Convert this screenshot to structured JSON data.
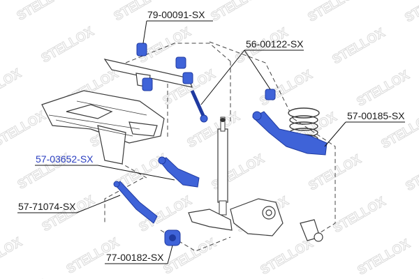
{
  "diagram": {
    "parts": [
      {
        "id": "p1",
        "label": "79-00091-SX",
        "highlighted": false
      },
      {
        "id": "p2",
        "label": "56-00122-SX",
        "highlighted": false
      },
      {
        "id": "p3",
        "label": "57-00185-SX",
        "highlighted": false
      },
      {
        "id": "p4",
        "label": "57-03652-SX",
        "highlighted": true
      },
      {
        "id": "p5",
        "label": "57-71074-SX",
        "highlighted": false
      },
      {
        "id": "p6",
        "label": "77-00182-SX",
        "highlighted": false
      }
    ],
    "watermark": "STELLOX"
  },
  "colors": {
    "part_fill": "#3f63d8",
    "part_dark": "#1f3aa0",
    "line": "#111111",
    "highlight_label": "#2a3ec0",
    "outline": "#3a3a3a",
    "watermark": "#d6d6d6"
  }
}
